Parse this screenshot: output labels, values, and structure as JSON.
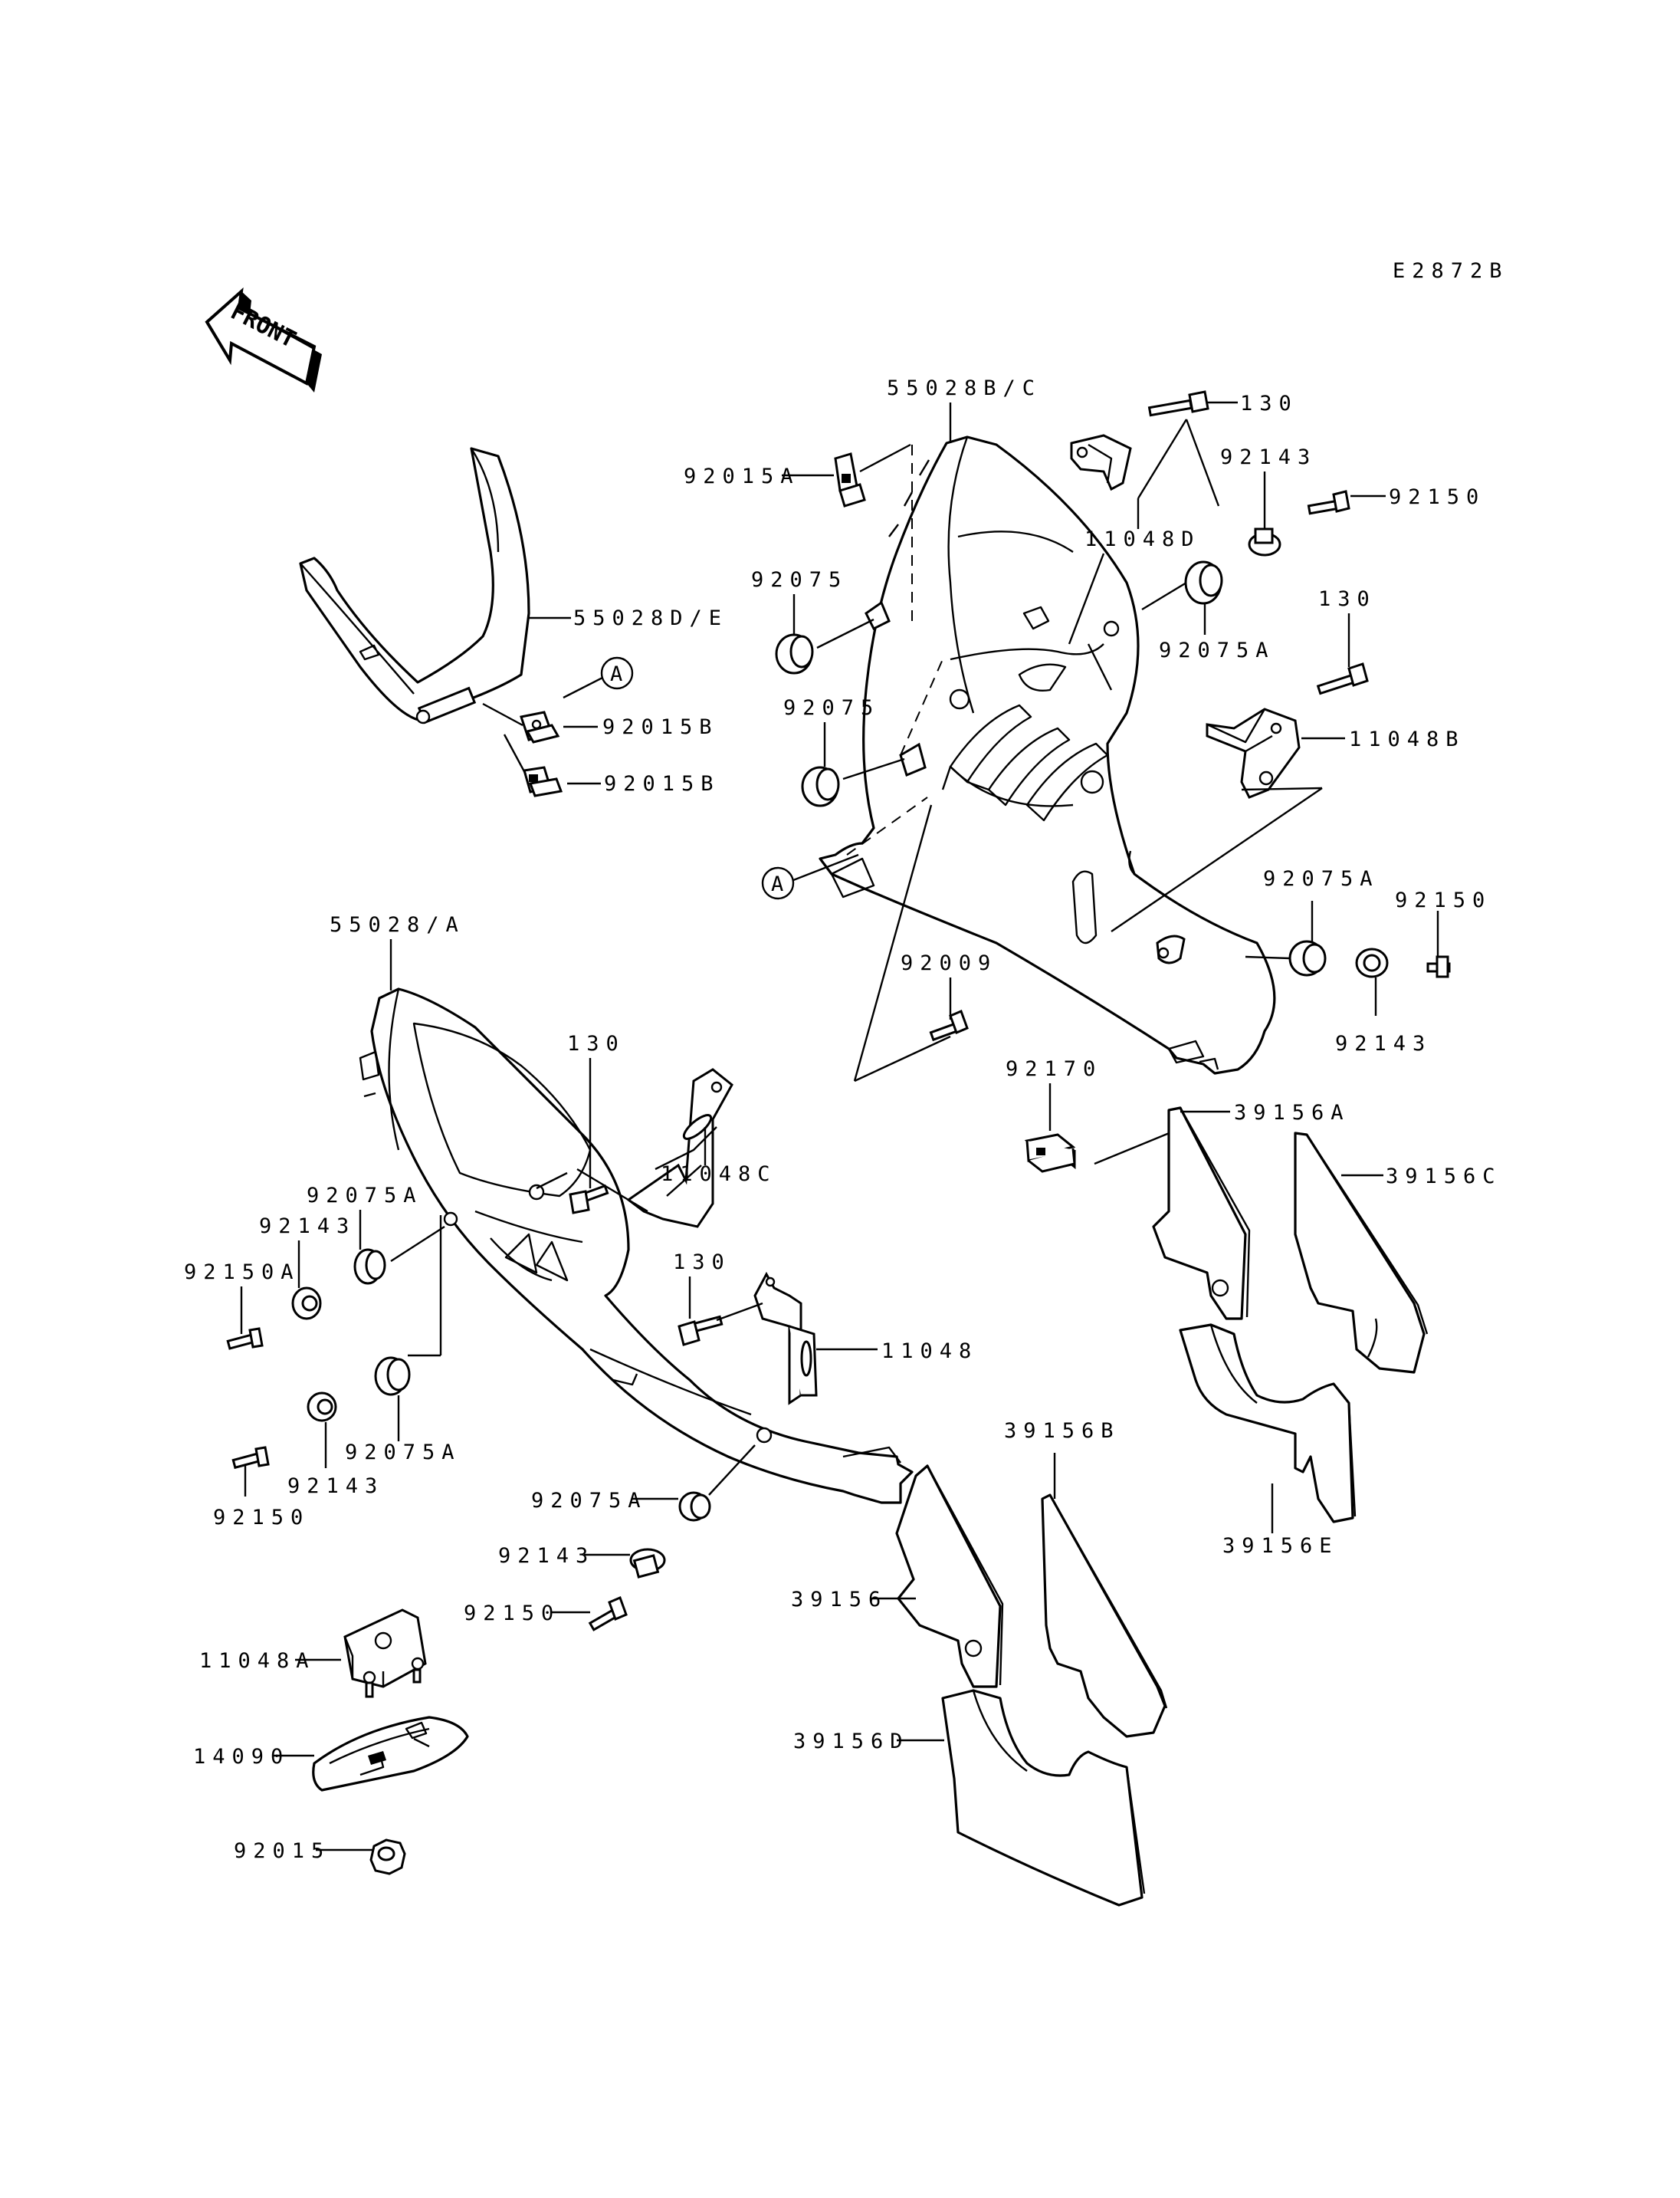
{
  "drawing_code": "E2872B",
  "front_label": "FRONT",
  "ref_marker": "A",
  "labels": {
    "l_55028bc": "55028B/C",
    "l_92015a": "92015A",
    "l_130_top": "130",
    "l_92143_top": "92143",
    "l_92150_top": "92150",
    "l_11048d": "11048D",
    "l_92075_a": "92075",
    "l_92075_b": "92075",
    "l_92075a_top": "92075A",
    "l_130_mid": "130",
    "l_11048b": "11048B",
    "l_55028de": "55028D/E",
    "l_92015b_1": "92015B",
    "l_92015b_2": "92015B",
    "l_92075a_right": "92075A",
    "l_92150_right": "92150",
    "l_92143_right": "92143",
    "l_92009": "92009",
    "l_92170": "92170",
    "l_39156a": "39156A",
    "l_39156c": "39156C",
    "l_55028a": "55028/A",
    "l_130_left": "130",
    "l_11048c": "11048C",
    "l_92075a_left": "92075A",
    "l_92143_left": "92143",
    "l_92150a": "92150A",
    "l_130_low": "130",
    "l_11048": "11048",
    "l_92075a_low": "92075A",
    "l_92143_low": "92143",
    "l_92150_low": "92150",
    "l_92075a_bottom": "92075A",
    "l_92143_bottom": "92143",
    "l_92150_bottom": "92150",
    "l_39156b": "39156B",
    "l_39156e": "39156E",
    "l_39156": "39156",
    "l_39156d": "39156D",
    "l_11048a": "11048A",
    "l_14090": "14090",
    "l_92015": "92015"
  }
}
